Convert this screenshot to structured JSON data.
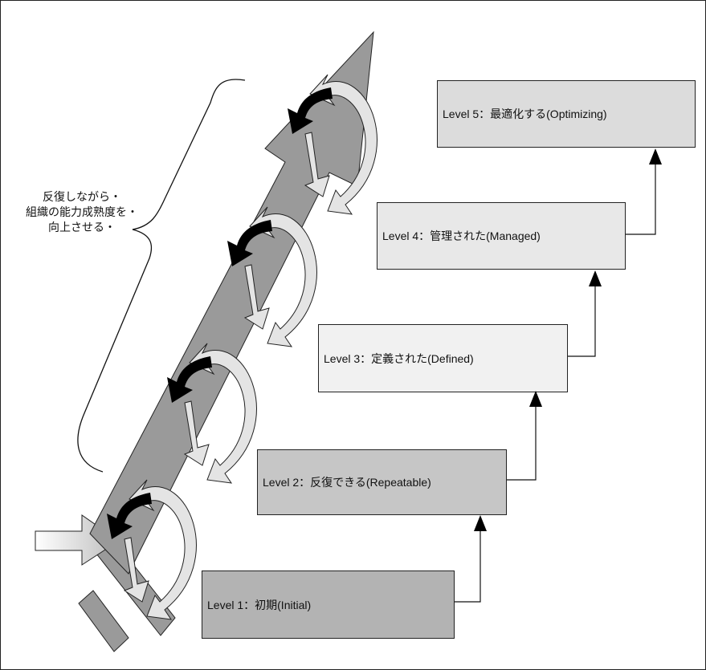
{
  "side_note": {
    "lines": [
      "反復しながら・",
      "組織の能力成熟度を・",
      "向上させる・"
    ]
  },
  "levels": [
    {
      "label": "Level 1：初期(Initial)",
      "fill": "#b3b3b3"
    },
    {
      "label": "Level 2：反復できる(Repeatable)",
      "fill": "#c6c6c6"
    },
    {
      "label": "Level 3：定義された(Defined)",
      "fill": "#f1f1f1"
    },
    {
      "label": "Level 4：管理された(Managed)",
      "fill": "#e8e8e8"
    },
    {
      "label": "Level 5：最適化する(Optimizing)",
      "fill": "#dcdcdc"
    }
  ],
  "colors": {
    "big_arrow": "#9a9a9a",
    "cycle_black": "#000000",
    "cycle_white": "#e4e4e4",
    "stroke": "#222222"
  },
  "icons": {
    "improvement_arrow": "diagonal-up-arrow",
    "cycle_icon": "circular-cycle-arrows",
    "input_arrow": "right-arrow"
  }
}
